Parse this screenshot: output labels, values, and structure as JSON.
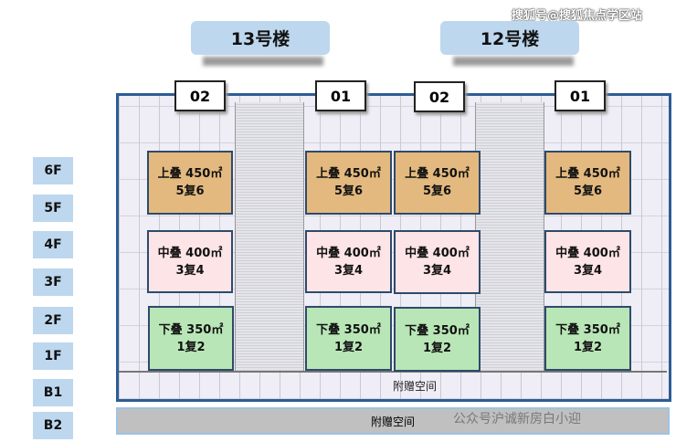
{
  "watermark_top": "搜狐号@搜狐焦点学区站",
  "watermark_bottom": "公众号沪诚新房白小迎",
  "buildings": [
    {
      "title": "13号楼"
    },
    {
      "title": "12号楼"
    }
  ],
  "unit_numbers": [
    "02",
    "01",
    "02",
    "01"
  ],
  "floors": [
    "6F",
    "5F",
    "4F",
    "3F",
    "2F",
    "1F",
    "B1",
    "B2"
  ],
  "units": {
    "upper": {
      "name": "上叠 450㎡",
      "layout": "5复6"
    },
    "middle": {
      "name": "中叠 400㎡",
      "layout": "3复4"
    },
    "lower": {
      "name": "下叠 350㎡",
      "layout": "1复2"
    }
  },
  "basement": {
    "b1": "附赠空间",
    "b2": "附赠空间"
  },
  "colors": {
    "upper": "#e3b97f",
    "middle": "#fde4e6",
    "lower": "#b9e6b7",
    "frame": "#2e5d94",
    "label_bg": "#bdd7ee"
  }
}
